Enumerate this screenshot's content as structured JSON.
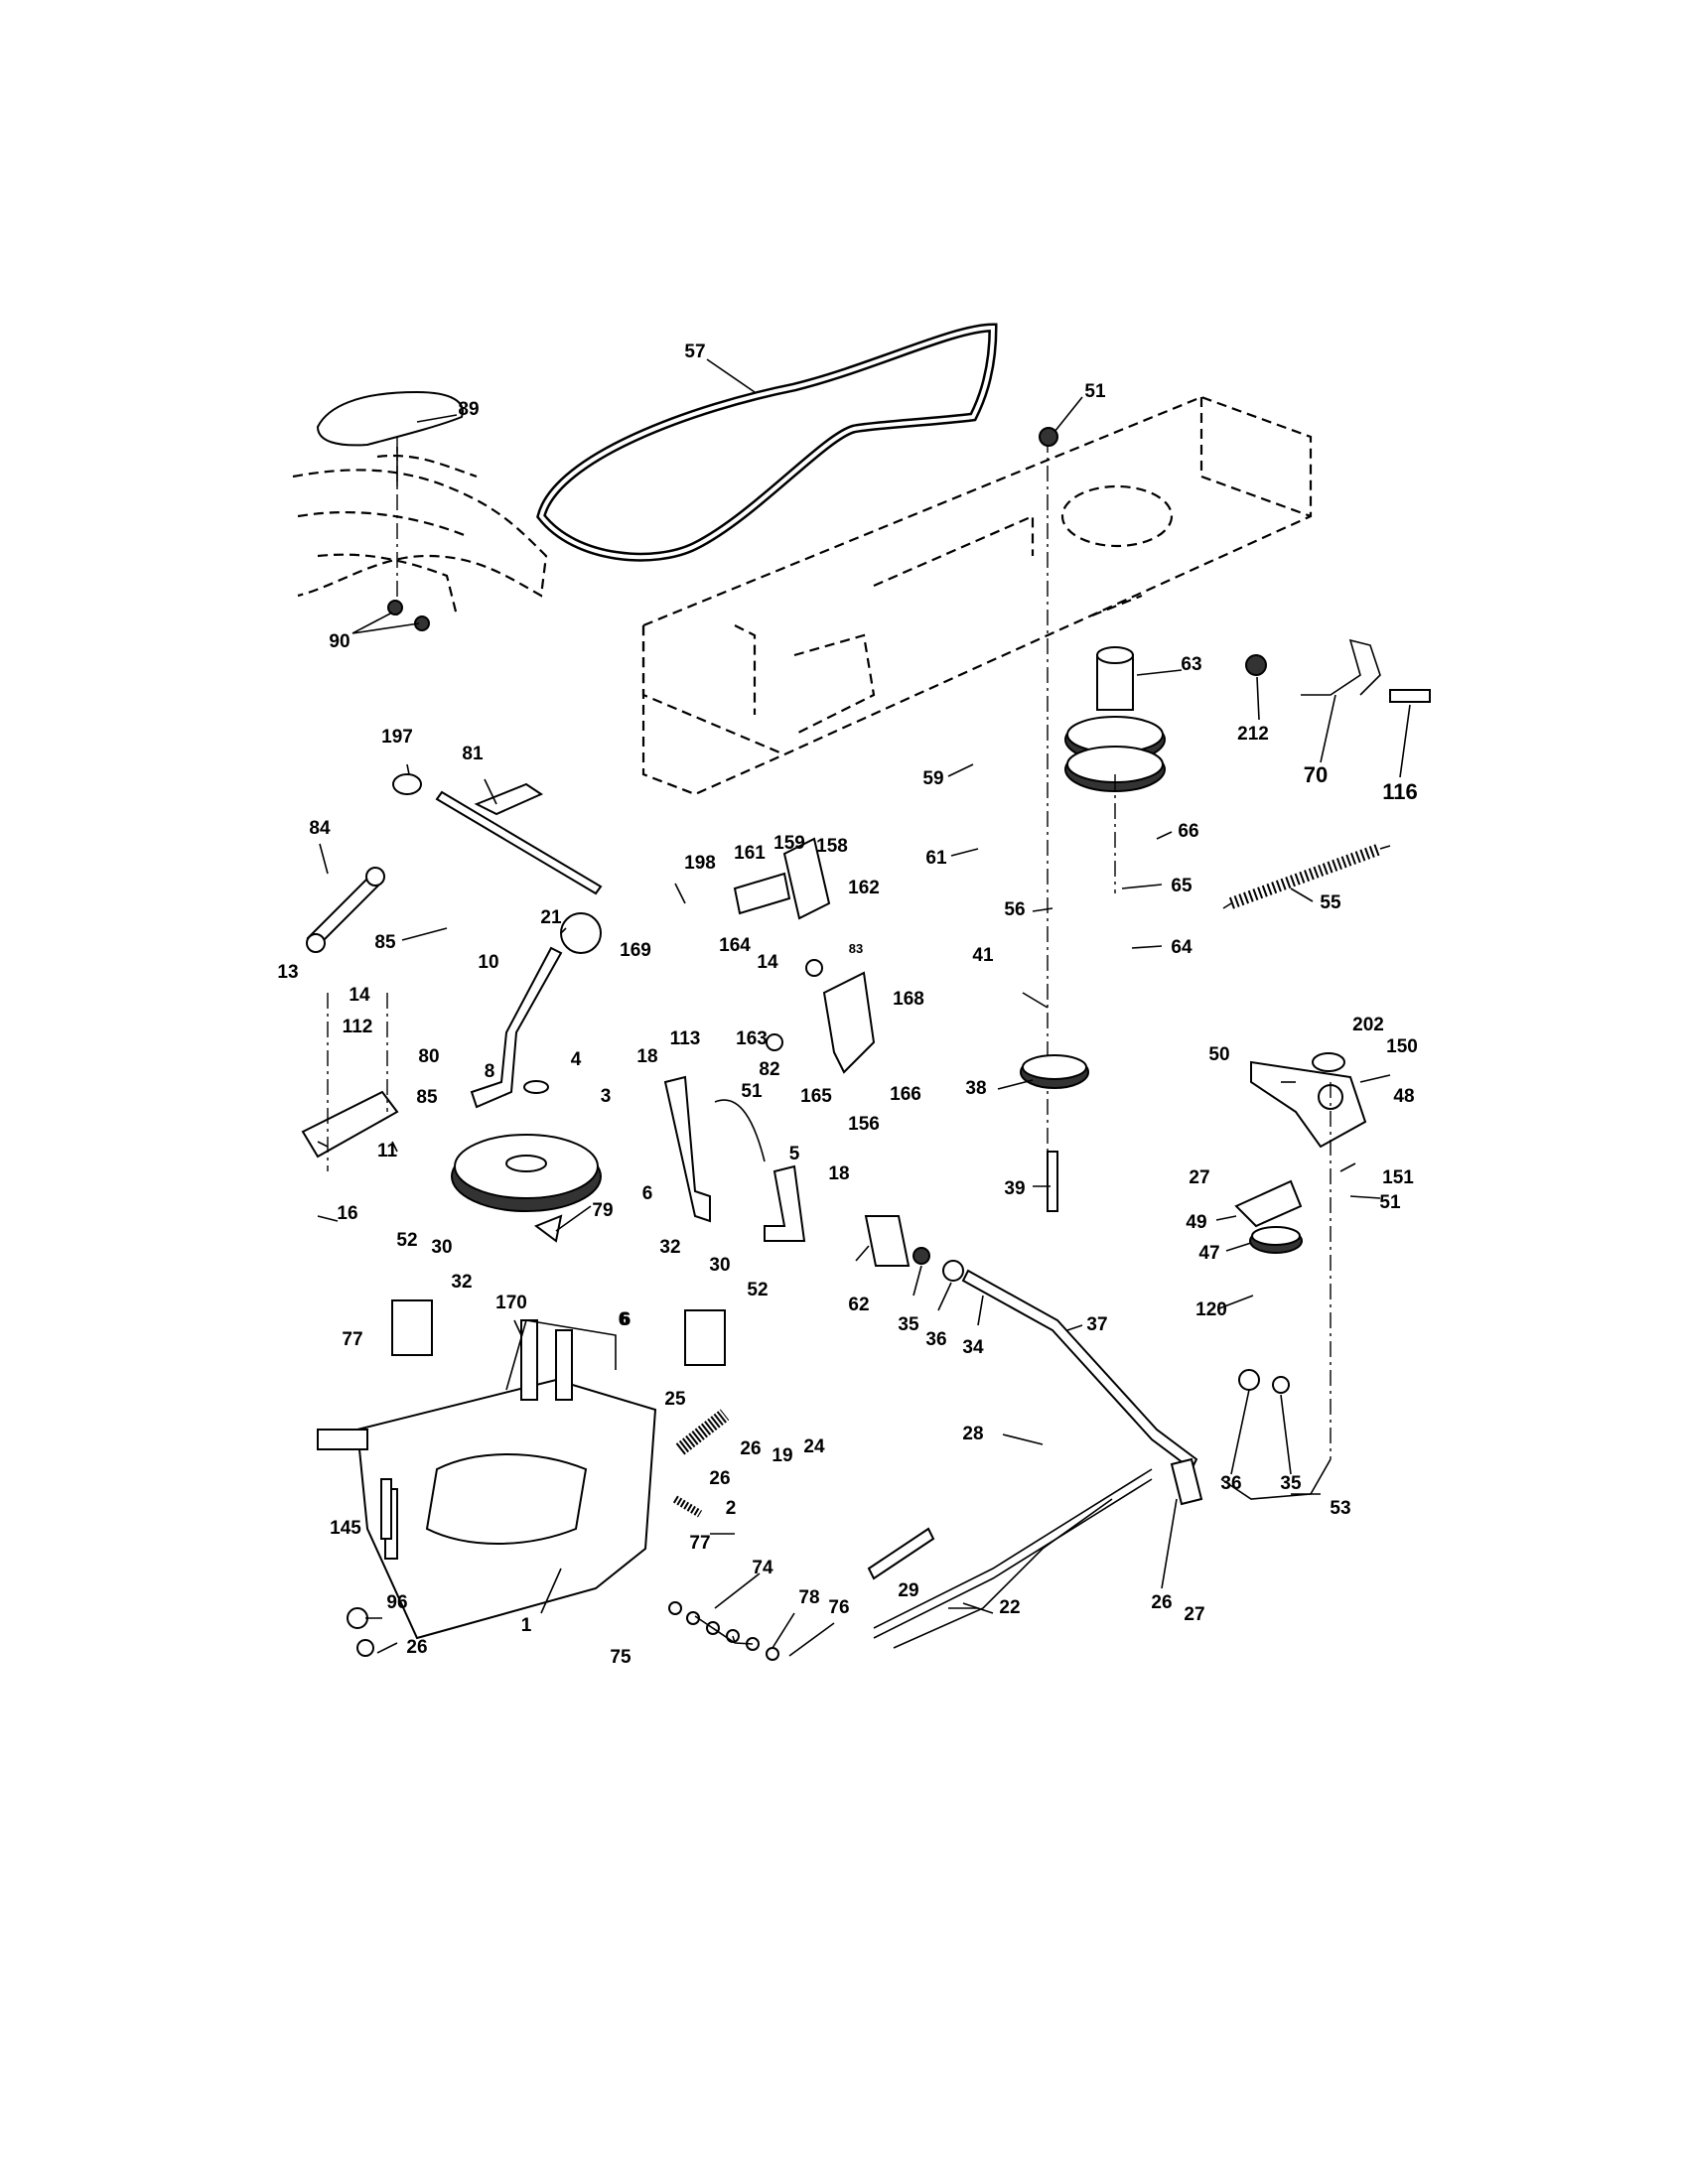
{
  "labels": [
    {
      "id": "57",
      "text": "57"
    },
    {
      "id": "89",
      "text": "89"
    },
    {
      "id": "51a",
      "text": "51"
    },
    {
      "id": "90",
      "text": "90"
    },
    {
      "id": "63",
      "text": "63"
    },
    {
      "id": "212",
      "text": "212"
    },
    {
      "id": "70",
      "text": "70"
    },
    {
      "id": "116",
      "text": "116"
    },
    {
      "id": "197",
      "text": "197"
    },
    {
      "id": "81",
      "text": "81"
    },
    {
      "id": "59",
      "text": "59"
    },
    {
      "id": "61",
      "text": "61"
    },
    {
      "id": "66",
      "text": "66"
    },
    {
      "id": "84",
      "text": "84"
    },
    {
      "id": "85a",
      "text": "85"
    },
    {
      "id": "198",
      "text": "198"
    },
    {
      "id": "161",
      "text": "161"
    },
    {
      "id": "159",
      "text": "159"
    },
    {
      "id": "158",
      "text": "158"
    },
    {
      "id": "162",
      "text": "162"
    },
    {
      "id": "56",
      "text": "56"
    },
    {
      "id": "65",
      "text": "65"
    },
    {
      "id": "64",
      "text": "64"
    },
    {
      "id": "55",
      "text": "55"
    },
    {
      "id": "21",
      "text": "21"
    },
    {
      "id": "169",
      "text": "169"
    },
    {
      "id": "164",
      "text": "164"
    },
    {
      "id": "14a",
      "text": "14"
    },
    {
      "id": "83",
      "text": "83"
    },
    {
      "id": "41",
      "text": "41"
    },
    {
      "id": "13",
      "text": "13"
    },
    {
      "id": "10",
      "text": "10"
    },
    {
      "id": "14b",
      "text": "14"
    },
    {
      "id": "112",
      "text": "112"
    },
    {
      "id": "80",
      "text": "80"
    },
    {
      "id": "163",
      "text": "163"
    },
    {
      "id": "168",
      "text": "168"
    },
    {
      "id": "18a",
      "text": "18"
    },
    {
      "id": "113",
      "text": "113"
    },
    {
      "id": "82",
      "text": "82"
    },
    {
      "id": "8",
      "text": "8"
    },
    {
      "id": "4",
      "text": "4"
    },
    {
      "id": "85b",
      "text": "85"
    },
    {
      "id": "165",
      "text": "165"
    },
    {
      "id": "156",
      "text": "156"
    },
    {
      "id": "166",
      "text": "166"
    },
    {
      "id": "51b",
      "text": "51"
    },
    {
      "id": "50",
      "text": "50"
    },
    {
      "id": "202",
      "text": "202"
    },
    {
      "id": "150",
      "text": "150"
    },
    {
      "id": "38",
      "text": "38"
    },
    {
      "id": "48",
      "text": "48"
    },
    {
      "id": "3",
      "text": "3"
    },
    {
      "id": "11",
      "text": "11"
    },
    {
      "id": "5",
      "text": "5"
    },
    {
      "id": "6a",
      "text": "6"
    },
    {
      "id": "18b",
      "text": "18"
    },
    {
      "id": "27a",
      "text": "27"
    },
    {
      "id": "151",
      "text": "151"
    },
    {
      "id": "39",
      "text": "39"
    },
    {
      "id": "49",
      "text": "49"
    },
    {
      "id": "51c",
      "text": "51"
    },
    {
      "id": "79",
      "text": "79"
    },
    {
      "id": "16",
      "text": "16"
    },
    {
      "id": "47",
      "text": "47"
    },
    {
      "id": "52a",
      "text": "52"
    },
    {
      "id": "30a",
      "text": "30"
    },
    {
      "id": "32a",
      "text": "32"
    },
    {
      "id": "30b",
      "text": "30"
    },
    {
      "id": "6b",
      "text": "6"
    },
    {
      "id": "32b",
      "text": "32"
    },
    {
      "id": "52b",
      "text": "52"
    },
    {
      "id": "62",
      "text": "62"
    },
    {
      "id": "35a",
      "text": "35"
    },
    {
      "id": "36a",
      "text": "36"
    },
    {
      "id": "120",
      "text": "120"
    },
    {
      "id": "170",
      "text": "170"
    },
    {
      "id": "6c",
      "text": "6"
    },
    {
      "id": "77a",
      "text": "77"
    },
    {
      "id": "34",
      "text": "34"
    },
    {
      "id": "37",
      "text": "37"
    },
    {
      "id": "25",
      "text": "25"
    },
    {
      "id": "24",
      "text": "24"
    },
    {
      "id": "26a",
      "text": "26"
    },
    {
      "id": "19",
      "text": "19"
    },
    {
      "id": "28",
      "text": "28"
    },
    {
      "id": "36b",
      "text": "36"
    },
    {
      "id": "35b",
      "text": "35"
    },
    {
      "id": "26b",
      "text": "26"
    },
    {
      "id": "2",
      "text": "2"
    },
    {
      "id": "53",
      "text": "53"
    },
    {
      "id": "145",
      "text": "145"
    },
    {
      "id": "77b",
      "text": "77"
    },
    {
      "id": "74",
      "text": "74"
    },
    {
      "id": "29",
      "text": "29"
    },
    {
      "id": "96",
      "text": "96"
    },
    {
      "id": "22",
      "text": "22"
    },
    {
      "id": "26c",
      "text": "26"
    },
    {
      "id": "27b",
      "text": "27"
    },
    {
      "id": "1",
      "text": "1"
    },
    {
      "id": "78",
      "text": "78"
    },
    {
      "id": "76",
      "text": "76"
    },
    {
      "id": "26d",
      "text": "26"
    },
    {
      "id": "75",
      "text": "75"
    }
  ]
}
